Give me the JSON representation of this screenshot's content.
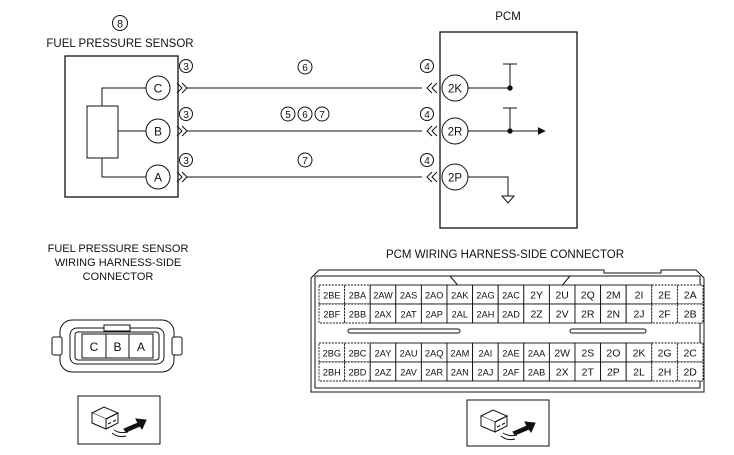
{
  "sensor": {
    "id_number": "8",
    "name": "FUEL PRESSURE SENSOR",
    "terminals": [
      "C",
      "B",
      "A"
    ],
    "terminal_notes": [
      "3",
      "3",
      "3"
    ]
  },
  "pcm": {
    "name": "PCM",
    "terminals": [
      "2K",
      "2R",
      "2P"
    ],
    "terminal_notes": [
      "4",
      "4",
      "4"
    ]
  },
  "wires": [
    {
      "from": "C",
      "to": "2K",
      "notes": [
        "6"
      ]
    },
    {
      "from": "B",
      "to": "2R",
      "notes": [
        "5",
        "6",
        "7"
      ]
    },
    {
      "from": "A",
      "to": "2P",
      "notes": [
        "7"
      ]
    }
  ],
  "sensor_connector": {
    "title_lines": [
      "FUEL PRESSURE SENSOR",
      "WIRING HARNESS-SIDE",
      "CONNECTOR"
    ],
    "pins": [
      "C",
      "B",
      "A"
    ]
  },
  "pcm_connector": {
    "title": "PCM WIRING HARNESS-SIDE CONNECTOR",
    "upper_rows": [
      [
        "2BE",
        "2BA",
        "2AW",
        "2AS",
        "2AO",
        "2AK",
        "2AG",
        "2AC",
        "2Y",
        "2U",
        "2Q",
        "2M",
        "2I",
        "2E",
        "2A"
      ],
      [
        "2BF",
        "2BB",
        "2AX",
        "2AT",
        "2AP",
        "2AL",
        "2AH",
        "2AD",
        "2Z",
        "2V",
        "2R",
        "2N",
        "2J",
        "2F",
        "2B"
      ]
    ],
    "lower_rows": [
      [
        "2BG",
        "2BC",
        "2AY",
        "2AU",
        "2AQ",
        "2AM",
        "2AI",
        "2AE",
        "2AA",
        "2W",
        "2S",
        "2O",
        "2K",
        "2G",
        "2C"
      ],
      [
        "2BH",
        "2BD",
        "2AZ",
        "2AV",
        "2AR",
        "2AN",
        "2AJ",
        "2AF",
        "2AB",
        "2X",
        "2T",
        "2P",
        "2L",
        "2H",
        "2D"
      ]
    ]
  }
}
